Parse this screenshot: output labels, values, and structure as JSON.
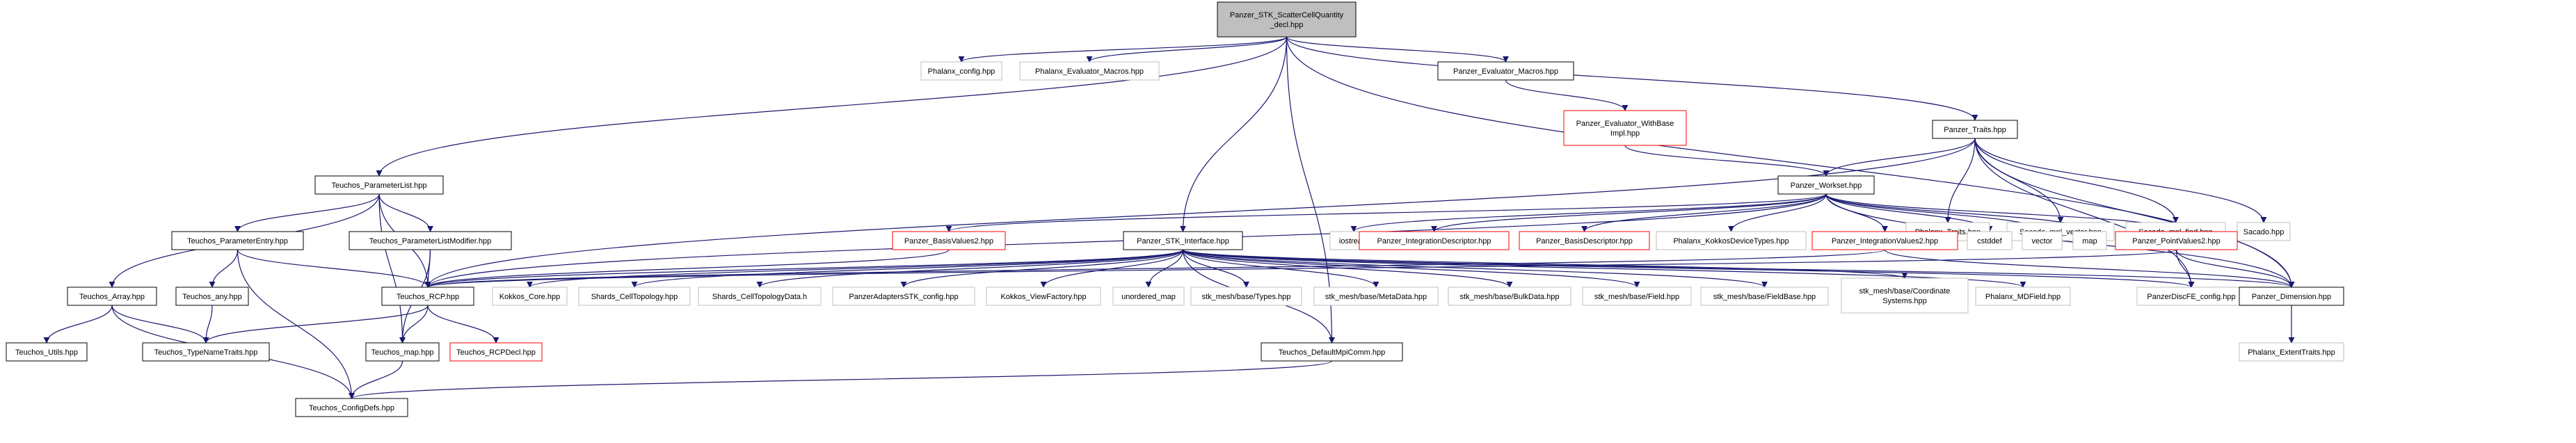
{
  "diagram": {
    "nodes": [
      {
        "id": "root",
        "lines": [
          "Panzer_STK_ScatterCellQuantity",
          "_decl.hpp"
        ],
        "kind": "root"
      },
      {
        "id": "phalanx_config",
        "lines": [
          "Phalanx_config.hpp"
        ],
        "kind": "gray"
      },
      {
        "id": "phalanx_eval_macros",
        "lines": [
          "Phalanx_Evaluator_Macros.hpp"
        ],
        "kind": "gray"
      },
      {
        "id": "panzer_eval_macros",
        "lines": [
          "Panzer_Evaluator_Macros.hpp"
        ],
        "kind": "black"
      },
      {
        "id": "panzer_eval_withbase",
        "lines": [
          "Panzer_Evaluator_WithBase",
          "Impl.hpp"
        ],
        "kind": "red"
      },
      {
        "id": "panzer_traits",
        "lines": [
          "Panzer_Traits.hpp"
        ],
        "kind": "black"
      },
      {
        "id": "teuchos_paramlist",
        "lines": [
          "Teuchos_ParameterList.hpp"
        ],
        "kind": "black"
      },
      {
        "id": "panzer_workset",
        "lines": [
          "Panzer_Workset.hpp"
        ],
        "kind": "black"
      },
      {
        "id": "phalanx_traits",
        "lines": [
          "Phalanx_Traits.hpp"
        ],
        "kind": "gray"
      },
      {
        "id": "sacado_mpl_vector",
        "lines": [
          "Sacado_mpl_vector.hpp"
        ],
        "kind": "gray"
      },
      {
        "id": "sacado_mpl_find",
        "lines": [
          "Sacado_mpl_find.hpp"
        ],
        "kind": "gray"
      },
      {
        "id": "sacado",
        "lines": [
          "Sacado.hpp"
        ],
        "kind": "gray"
      },
      {
        "id": "teuchos_paramentry",
        "lines": [
          "Teuchos_ParameterEntry.hpp"
        ],
        "kind": "black"
      },
      {
        "id": "teuchos_paramlistmod",
        "lines": [
          "Teuchos_ParameterListModifier.hpp"
        ],
        "kind": "black"
      },
      {
        "id": "panzer_basisvalues2",
        "lines": [
          "Panzer_BasisValues2.hpp"
        ],
        "kind": "red"
      },
      {
        "id": "panzer_stk_interface",
        "lines": [
          "Panzer_STK_Interface.hpp"
        ],
        "kind": "black"
      },
      {
        "id": "iostream",
        "lines": [
          "iostream"
        ],
        "kind": "gray"
      },
      {
        "id": "panzer_intdesc",
        "lines": [
          "Panzer_IntegrationDescriptor.hpp"
        ],
        "kind": "red"
      },
      {
        "id": "panzer_basisdesc",
        "lines": [
          "Panzer_BasisDescriptor.hpp"
        ],
        "kind": "red"
      },
      {
        "id": "phalanx_kokkosdevtypes",
        "lines": [
          "Phalanx_KokkosDeviceTypes.hpp"
        ],
        "kind": "gray"
      },
      {
        "id": "panzer_intvalues2",
        "lines": [
          "Panzer_IntegrationValues2.hpp"
        ],
        "kind": "red"
      },
      {
        "id": "cstddef",
        "lines": [
          "cstddef"
        ],
        "kind": "gray"
      },
      {
        "id": "vector",
        "lines": [
          "vector"
        ],
        "kind": "gray"
      },
      {
        "id": "map",
        "lines": [
          "map"
        ],
        "kind": "gray"
      },
      {
        "id": "panzer_pointvalues2",
        "lines": [
          "Panzer_PointValues2.hpp"
        ],
        "kind": "red"
      },
      {
        "id": "teuchos_array",
        "lines": [
          "Teuchos_Array.hpp"
        ],
        "kind": "black"
      },
      {
        "id": "teuchos_any",
        "lines": [
          "Teuchos_any.hpp"
        ],
        "kind": "black"
      },
      {
        "id": "teuchos_rcp",
        "lines": [
          "Teuchos_RCP.hpp"
        ],
        "kind": "black"
      },
      {
        "id": "kokkos_core",
        "lines": [
          "Kokkos_Core.hpp"
        ],
        "kind": "gray"
      },
      {
        "id": "shards_celltopo",
        "lines": [
          "Shards_CellTopology.hpp"
        ],
        "kind": "gray"
      },
      {
        "id": "shards_celltopodata",
        "lines": [
          "Shards_CellTopologyData.h"
        ],
        "kind": "gray"
      },
      {
        "id": "panzer_adapters_stk_config",
        "lines": [
          "PanzerAdaptersSTK_config.hpp"
        ],
        "kind": "gray"
      },
      {
        "id": "kokkos_viewfactory",
        "lines": [
          "Kokkos_ViewFactory.hpp"
        ],
        "kind": "gray"
      },
      {
        "id": "unordered_map",
        "lines": [
          "unordered_map"
        ],
        "kind": "gray"
      },
      {
        "id": "stk_types",
        "lines": [
          "stk_mesh/base/Types.hpp"
        ],
        "kind": "gray"
      },
      {
        "id": "stk_metadata",
        "lines": [
          "stk_mesh/base/MetaData.hpp"
        ],
        "kind": "gray"
      },
      {
        "id": "stk_bulkdata",
        "lines": [
          "stk_mesh/base/BulkData.hpp"
        ],
        "kind": "gray"
      },
      {
        "id": "stk_field",
        "lines": [
          "stk_mesh/base/Field.hpp"
        ],
        "kind": "gray"
      },
      {
        "id": "stk_fieldbase",
        "lines": [
          "stk_mesh/base/FieldBase.hpp"
        ],
        "kind": "gray"
      },
      {
        "id": "stk_coordsys",
        "lines": [
          "stk_mesh/base/Coordinate",
          "Systems.hpp"
        ],
        "kind": "gray"
      },
      {
        "id": "phalanx_mdfield",
        "lines": [
          "Phalanx_MDField.hpp"
        ],
        "kind": "gray"
      },
      {
        "id": "panzer_discfe_config",
        "lines": [
          "PanzerDiscFE_config.hpp"
        ],
        "kind": "gray"
      },
      {
        "id": "panzer_dimension",
        "lines": [
          "Panzer_Dimension.hpp"
        ],
        "kind": "black"
      },
      {
        "id": "teuchos_utils",
        "lines": [
          "Teuchos_Utils.hpp"
        ],
        "kind": "black"
      },
      {
        "id": "teuchos_typenametraits",
        "lines": [
          "Teuchos_TypeNameTraits.hpp"
        ],
        "kind": "black"
      },
      {
        "id": "teuchos_map",
        "lines": [
          "Teuchos_map.hpp"
        ],
        "kind": "black"
      },
      {
        "id": "teuchos_rcpdecl",
        "lines": [
          "Teuchos_RCPDecl.hpp"
        ],
        "kind": "red"
      },
      {
        "id": "teuchos_defaultmpicomm",
        "lines": [
          "Teuchos_DefaultMpiComm.hpp"
        ],
        "kind": "black"
      },
      {
        "id": "phalanx_extenttraits",
        "lines": [
          "Phalanx_ExtentTraits.hpp"
        ],
        "kind": "gray"
      },
      {
        "id": "teuchos_configdefs",
        "lines": [
          "Teuchos_ConfigDefs.hpp"
        ],
        "kind": "black"
      }
    ],
    "edges": [
      [
        "root",
        "phalanx_config"
      ],
      [
        "root",
        "phalanx_eval_macros"
      ],
      [
        "root",
        "panzer_eval_macros"
      ],
      [
        "root",
        "panzer_traits"
      ],
      [
        "root",
        "teuchos_paramlist"
      ],
      [
        "root",
        "panzer_stk_interface"
      ],
      [
        "root",
        "panzer_dimension"
      ],
      [
        "root",
        "teuchos_defaultmpicomm"
      ],
      [
        "panzer_eval_macros",
        "panzer_eval_withbase"
      ],
      [
        "panzer_eval_withbase",
        "panzer_workset"
      ],
      [
        "panzer_traits",
        "panzer_workset"
      ],
      [
        "panzer_traits",
        "phalanx_traits"
      ],
      [
        "panzer_traits",
        "sacado_mpl_vector"
      ],
      [
        "panzer_traits",
        "sacado_mpl_find"
      ],
      [
        "panzer_traits",
        "sacado"
      ],
      [
        "panzer_traits",
        "teuchos_rcp"
      ],
      [
        "panzer_traits",
        "panzer_discfe_config"
      ],
      [
        "panzer_traits",
        "panzer_dimension"
      ],
      [
        "teuchos_paramlist",
        "teuchos_array"
      ],
      [
        "teuchos_paramlist",
        "teuchos_paramentry"
      ],
      [
        "teuchos_paramlist",
        "teuchos_paramlistmod"
      ],
      [
        "teuchos_paramlist",
        "teuchos_rcp"
      ],
      [
        "teuchos_paramlist",
        "teuchos_map"
      ],
      [
        "panzer_workset",
        "panzer_basisvalues2"
      ],
      [
        "panzer_workset",
        "teuchos_rcp"
      ],
      [
        "panzer_workset",
        "iostream"
      ],
      [
        "panzer_workset",
        "panzer_intdesc"
      ],
      [
        "panzer_workset",
        "panzer_basisdesc"
      ],
      [
        "panzer_workset",
        "phalanx_kokkosdevtypes"
      ],
      [
        "panzer_workset",
        "panzer_intvalues2"
      ],
      [
        "panzer_workset",
        "cstddef"
      ],
      [
        "panzer_workset",
        "vector"
      ],
      [
        "panzer_workset",
        "map"
      ],
      [
        "panzer_workset",
        "panzer_pointvalues2"
      ],
      [
        "panzer_workset",
        "panzer_dimension"
      ],
      [
        "panzer_basisvalues2",
        "teuchos_rcp"
      ],
      [
        "panzer_intvalues2",
        "teuchos_rcp"
      ],
      [
        "panzer_intvalues2",
        "panzer_dimension"
      ],
      [
        "panzer_pointvalues2",
        "teuchos_rcp"
      ],
      [
        "panzer_pointvalues2",
        "panzer_discfe_config"
      ],
      [
        "panzer_pointvalues2",
        "panzer_dimension"
      ],
      [
        "teuchos_paramentry",
        "teuchos_any"
      ],
      [
        "teuchos_paramentry",
        "teuchos_rcp"
      ],
      [
        "teuchos_paramentry",
        "teuchos_configdefs"
      ],
      [
        "teuchos_paramlistmod",
        "teuchos_rcp"
      ],
      [
        "teuchos_paramlistmod",
        "teuchos_map"
      ],
      [
        "teuchos_array",
        "teuchos_utils"
      ],
      [
        "teuchos_array",
        "teuchos_typenametraits"
      ],
      [
        "teuchos_array",
        "teuchos_configdefs"
      ],
      [
        "teuchos_any",
        "teuchos_typenametraits"
      ],
      [
        "teuchos_rcp",
        "teuchos_typenametraits"
      ],
      [
        "teuchos_rcp",
        "teuchos_map"
      ],
      [
        "teuchos_rcp",
        "teuchos_rcpdecl"
      ],
      [
        "teuchos_map",
        "teuchos_configdefs"
      ],
      [
        "panzer_stk_interface",
        "teuchos_rcp"
      ],
      [
        "panzer_stk_interface",
        "kokkos_core"
      ],
      [
        "panzer_stk_interface",
        "shards_celltopo"
      ],
      [
        "panzer_stk_interface",
        "shards_celltopodata"
      ],
      [
        "panzer_stk_interface",
        "panzer_adapters_stk_config"
      ],
      [
        "panzer_stk_interface",
        "kokkos_viewfactory"
      ],
      [
        "panzer_stk_interface",
        "unordered_map"
      ],
      [
        "panzer_stk_interface",
        "stk_types"
      ],
      [
        "panzer_stk_interface",
        "stk_metadata"
      ],
      [
        "panzer_stk_interface",
        "stk_bulkdata"
      ],
      [
        "panzer_stk_interface",
        "stk_field"
      ],
      [
        "panzer_stk_interface",
        "stk_fieldbase"
      ],
      [
        "panzer_stk_interface",
        "stk_coordsys"
      ],
      [
        "panzer_stk_interface",
        "phalanx_mdfield"
      ],
      [
        "panzer_stk_interface",
        "panzer_discfe_config"
      ],
      [
        "panzer_stk_interface",
        "panzer_dimension"
      ],
      [
        "panzer_stk_interface",
        "teuchos_defaultmpicomm"
      ],
      [
        "teuchos_defaultmpicomm",
        "teuchos_configdefs"
      ],
      [
        "panzer_dimension",
        "phalanx_extenttraits"
      ]
    ]
  }
}
